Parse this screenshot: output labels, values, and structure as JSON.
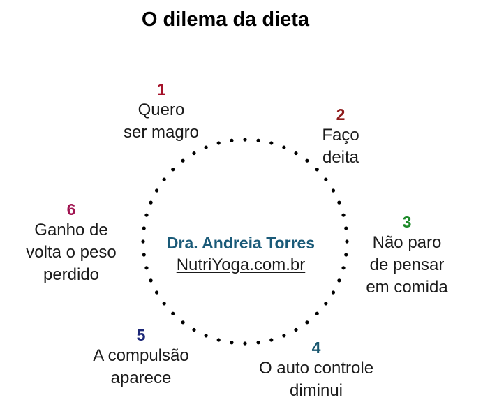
{
  "title": "O dilema da dieta",
  "center": {
    "name": "Dra. Andreia Torres",
    "site": "NutriYoga.com.br",
    "name_color": "#1a5a78"
  },
  "steps": [
    {
      "number": "1",
      "lines": [
        "Quero",
        "ser magro"
      ],
      "color": "#a5122a"
    },
    {
      "number": "2",
      "lines": [
        "Faço",
        "deita"
      ],
      "color": "#8e1a1a"
    },
    {
      "number": "3",
      "lines": [
        "Não paro",
        "de pensar",
        "em comida"
      ],
      "color": "#1d8a2a"
    },
    {
      "number": "4",
      "lines": [
        "O auto controle",
        "diminui"
      ],
      "color": "#17566e"
    },
    {
      "number": "5",
      "lines": [
        "A compulsão",
        "aparece"
      ],
      "color": "#1c2777"
    },
    {
      "number": "6",
      "lines": [
        "Ganho de",
        "volta o peso",
        "perdido"
      ],
      "color": "#a01350"
    }
  ],
  "ring": {
    "style": "dotted",
    "dot_color": "#000000"
  }
}
